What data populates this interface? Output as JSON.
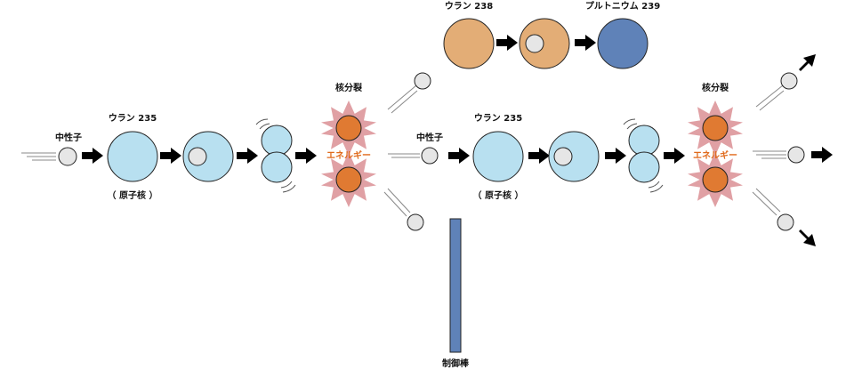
{
  "labels": {
    "neutron_1": "中性子",
    "uranium235_1": "ウラン 235",
    "nucleus_1": "（ 原子核 ）",
    "fission_1": "核分裂",
    "energy_1": "エネルギー",
    "neutron_2": "中性子",
    "uranium235_2": "ウラン 235",
    "nucleus_2": "（ 原子核 ）",
    "fission_2": "核分裂",
    "energy_2": "エネルギー",
    "uranium238": "ウラン 238",
    "plutonium239": "プルトニウム 239",
    "control_rod": "制御棒"
  },
  "colors": {
    "uranium235": "#b8e0f0",
    "uranium238": "#e3ad76",
    "plutonium239": "#5f82b8",
    "neutron": "#e6e6e6",
    "fragment": "#e07a32",
    "burst": "#e0a0a4",
    "energy_text": "#e06a1b",
    "control_rod": "#5f82b8",
    "arrow": "#000000"
  }
}
